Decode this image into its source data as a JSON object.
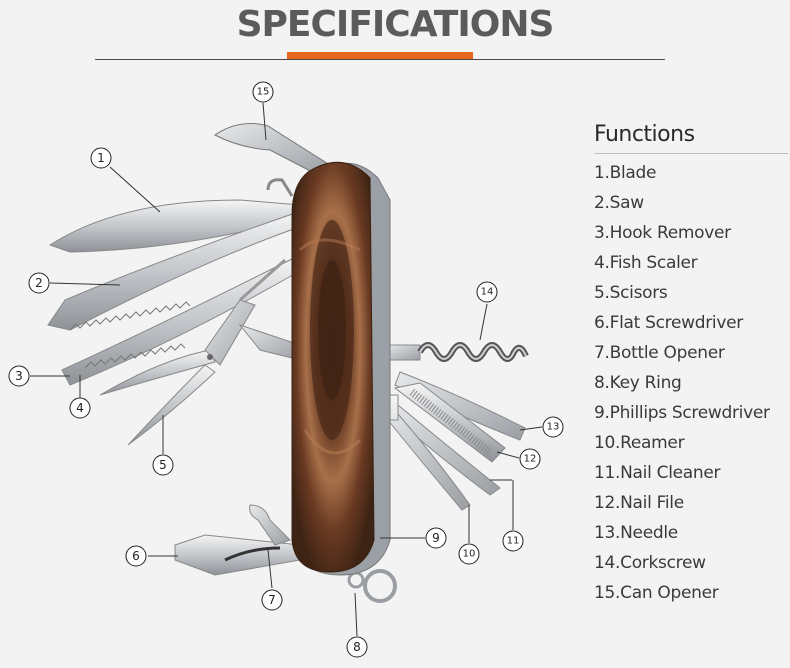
{
  "title": "SPECIFICATIONS",
  "colors": {
    "accent": "#e5681e",
    "title": "#5b5b5b",
    "wood_dark": "#5a3420",
    "wood_light": "#a86a45",
    "steel": "#c9ccd0"
  },
  "functions": {
    "heading": "Functions",
    "items": [
      "1.Blade",
      "2.Saw",
      "3.Hook Remover",
      "4.Fish Scaler",
      "5.Scisors",
      "6.Flat Screwdriver",
      "7.Bottle Opener",
      "8.Key Ring",
      "9.Phillips Screwdriver",
      "10.Reamer",
      "11.Nail Cleaner",
      "12.Nail File",
      "13.Needle",
      "14.Corkscrew",
      "15.Can Opener"
    ]
  },
  "callouts": [
    "1",
    "2",
    "3",
    "4",
    "5",
    "6",
    "7",
    "8",
    "9",
    "10",
    "11",
    "12",
    "13",
    "14",
    "15"
  ]
}
